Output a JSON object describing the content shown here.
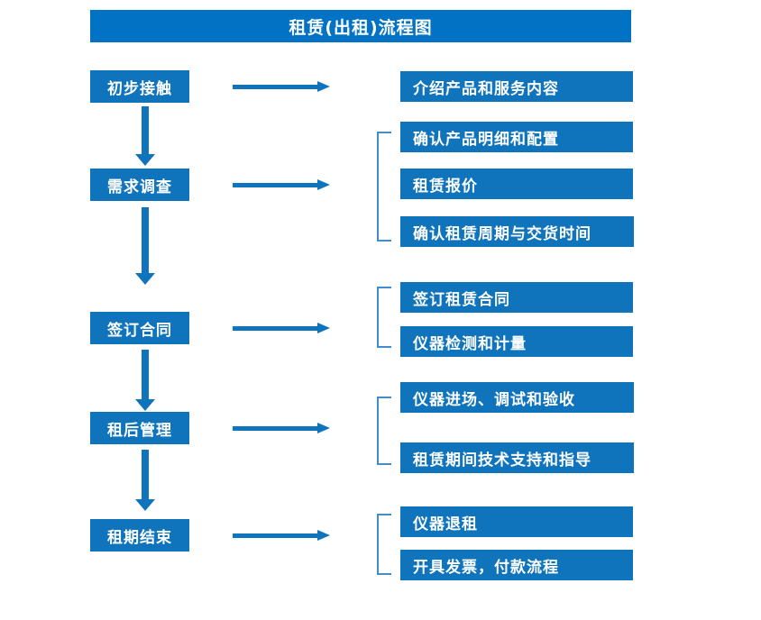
{
  "diagram": {
    "title": "租赁(出租)流程图",
    "colors": {
      "title_bar": "#0272c4",
      "box": "#1074bc",
      "arrow": "#1074bc",
      "bracket": "#3f8ecb",
      "text": "#ffffff",
      "background": "#ffffff"
    },
    "stages": [
      {
        "label": "初步接触",
        "details": [
          "介绍产品和服务内容"
        ],
        "grouped": false
      },
      {
        "label": "需求调查",
        "details": [
          "确认产品明细和配置",
          "租赁报价",
          "确认租赁周期与交货时间"
        ],
        "grouped": true
      },
      {
        "label": "签订合同",
        "details": [
          "签订租赁合同",
          "仪器检测和计量"
        ],
        "grouped": true
      },
      {
        "label": "租后管理",
        "details": [
          "仪器进场、调试和验收",
          "租赁期间技术支持和指导"
        ],
        "grouped": true
      },
      {
        "label": "租期结束",
        "details": [
          "仪器退租",
          "开具发票，付款流程"
        ],
        "grouped": true
      }
    ],
    "arrows": {
      "horizontal_count": 5,
      "vertical_count": 4,
      "direction_horizontal": "right",
      "direction_vertical": "down"
    }
  }
}
